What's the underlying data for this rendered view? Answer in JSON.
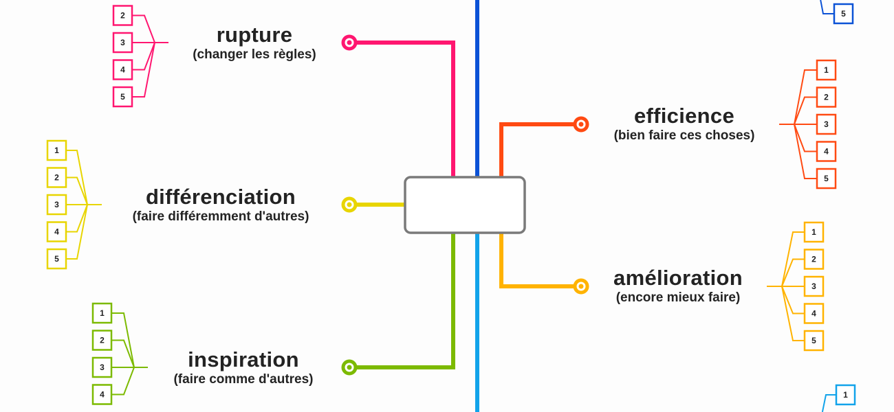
{
  "colors": {
    "center_box": "#7a7a7a",
    "top_axis": "#0b52d6",
    "bottom_axis": "#12a3ea"
  },
  "branches": [
    {
      "id": "rupture",
      "title": "rupture",
      "subtitle": "(changer les règles)",
      "color": "#ff1670",
      "leaves": [
        "2",
        "3",
        "4",
        "5"
      ]
    },
    {
      "id": "differenciation",
      "title": "différenciation",
      "subtitle": "(faire différemment d'autres)",
      "color": "#e8d500",
      "leaves": [
        "1",
        "2",
        "3",
        "4",
        "5"
      ]
    },
    {
      "id": "inspiration",
      "title": "inspiration",
      "subtitle": "(faire comme d'autres)",
      "color": "#7cba00",
      "leaves": [
        "1",
        "2",
        "3",
        "4"
      ]
    },
    {
      "id": "efficience",
      "title": "efficience",
      "subtitle": "(bien faire ces choses)",
      "color": "#ff4a12",
      "leaves": [
        "1",
        "2",
        "3",
        "4",
        "5"
      ]
    },
    {
      "id": "amelioration",
      "title": "amélioration",
      "subtitle": "(encore mieux faire)",
      "color": "#ffb300",
      "leaves": [
        "1",
        "2",
        "3",
        "4",
        "5"
      ]
    },
    {
      "id": "top-right",
      "title": "",
      "subtitle": "",
      "color": "#0b52d6",
      "leaves": [
        "5"
      ]
    },
    {
      "id": "bottom-right",
      "title": "",
      "subtitle": "",
      "color": "#12a3ea",
      "leaves": [
        "1"
      ]
    }
  ]
}
